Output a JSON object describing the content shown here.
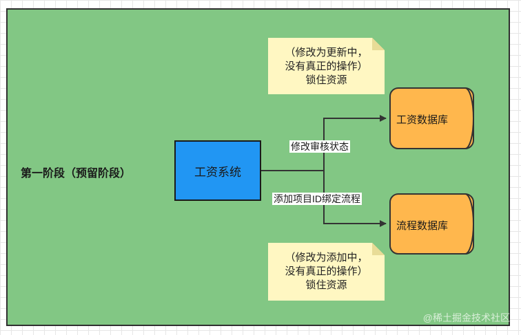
{
  "phase": {
    "label": "第一阶段（预留阶段）"
  },
  "system": {
    "label": "工资系统"
  },
  "databases": [
    {
      "label": "工资数据库"
    },
    {
      "label": "流程数据库"
    }
  ],
  "edges": [
    {
      "label": "修改审核状态"
    },
    {
      "label": "添加项目ID绑定流程"
    }
  ],
  "notes": [
    {
      "lines": [
        "（修改为更新中，",
        "没有真正的操作）",
        "锁住资源"
      ]
    },
    {
      "lines": [
        "（修改为添加中，",
        "没有真正的操作）",
        "锁住资源"
      ]
    }
  ],
  "watermark": "@稀土掘金技术社区",
  "colors": {
    "panel": "#82c784",
    "system": "#2196f3",
    "database": "#ffb74d",
    "note": "#fff7c2"
  }
}
